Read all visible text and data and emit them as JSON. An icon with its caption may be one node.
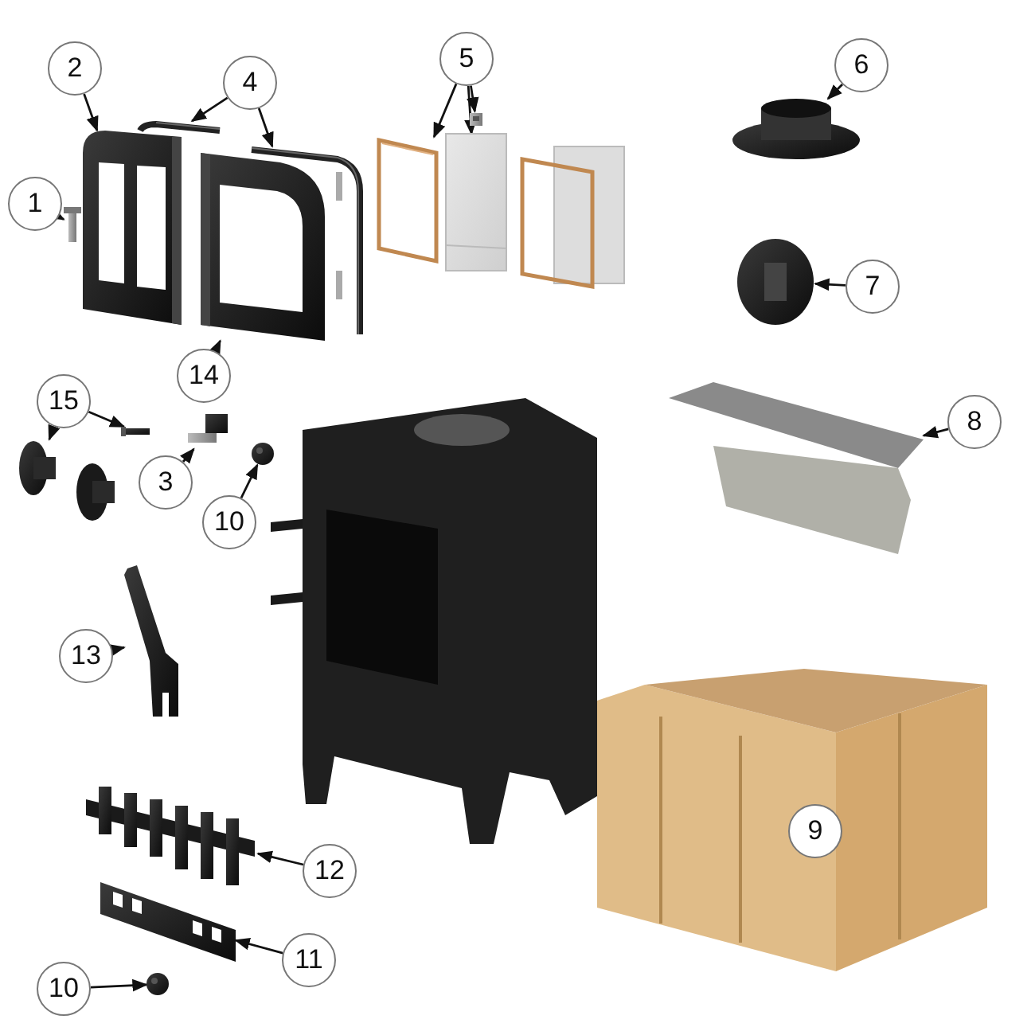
{
  "diagram": {
    "nodes": [
      {
        "text": [
          "2"
        ]
      },
      {
        "text": [
          "5"
        ]
      },
      {
        "text": [
          "4"
        ]
      },
      {
        "text": [
          "6"
        ]
      },
      {
        "text": [
          "1"
        ]
      },
      {
        "text": [
          "7"
        ]
      },
      {
        "text": [
          "14"
        ]
      },
      {
        "text": [
          "15"
        ]
      },
      {
        "text": [
          "8"
        ]
      },
      {
        "text": [
          "3"
        ]
      },
      {
        "text": [
          "10"
        ]
      },
      {
        "text": [
          "13"
        ]
      },
      {
        "text": [
          "9"
        ]
      },
      {
        "text": [
          "12"
        ]
      },
      {
        "text": [
          "11"
        ]
      },
      {
        "text": [
          "10"
        ]
      },
      {
        "text": [],
        "shape": "picture"
      },
      {
        "text": [],
        "shape": "picture"
      },
      {
        "text": [],
        "shape": "picture"
      },
      {
        "text": [],
        "shape": "picture"
      },
      {
        "text": [],
        "shape": "picture"
      },
      {
        "text": [],
        "shape": "picture"
      },
      {
        "text": [],
        "shape": "picture"
      },
      {
        "text": [],
        "shape": "picture"
      },
      {
        "text": [],
        "shape": "picture"
      },
      {
        "text": [],
        "shape": "picture"
      },
      {
        "text": [],
        "shape": "picture"
      },
      {
        "text": [],
        "shape": "picture"
      },
      {
        "text": [],
        "shape": "picture"
      },
      {
        "text": [],
        "shape": "picture"
      },
      {
        "text": [],
        "shape": "picture"
      },
      {
        "text": [],
        "shape": "picture"
      },
      {
        "text": [],
        "shape": "picture"
      },
      {
        "text": [],
        "shape": "picture"
      },
      {
        "text": [],
        "shape": "picture"
      }
    ],
    "edges": [
      {
        "from": 0,
        "to": 17,
        "arrow": "to"
      },
      {
        "from": 1,
        "to": 21,
        "arrow": "to"
      },
      {
        "from": 1,
        "to": 22,
        "arrow": "to"
      },
      {
        "from": 1,
        "to": 23,
        "arrow": "to"
      },
      {
        "from": 2,
        "to": 18,
        "arrow": "to"
      },
      {
        "from": 2,
        "to": 19,
        "arrow": "to"
      },
      {
        "from": 3,
        "to": 24,
        "arrow": "to"
      },
      {
        "from": 4,
        "to": 16,
        "arrow": "to"
      },
      {
        "from": 5,
        "to": 25,
        "arrow": "to"
      },
      {
        "from": 6,
        "to": 20,
        "arrow": "to"
      },
      {
        "from": 7,
        "to": 27,
        "arrow": "to"
      },
      {
        "from": 7,
        "to": 28,
        "arrow": "to"
      },
      {
        "from": 8,
        "to": 26,
        "arrow": "to"
      },
      {
        "from": 9,
        "to": 29,
        "arrow": "to"
      },
      {
        "from": 10,
        "to": 30,
        "arrow": "to"
      },
      {
        "from": 11,
        "to": 31,
        "arrow": "to"
      },
      {
        "from": 13,
        "to": 32,
        "arrow": "to"
      },
      {
        "from": 14,
        "to": 33,
        "arrow": "to"
      },
      {
        "from": 15,
        "to": 34,
        "arrow": "to"
      }
    ]
  }
}
